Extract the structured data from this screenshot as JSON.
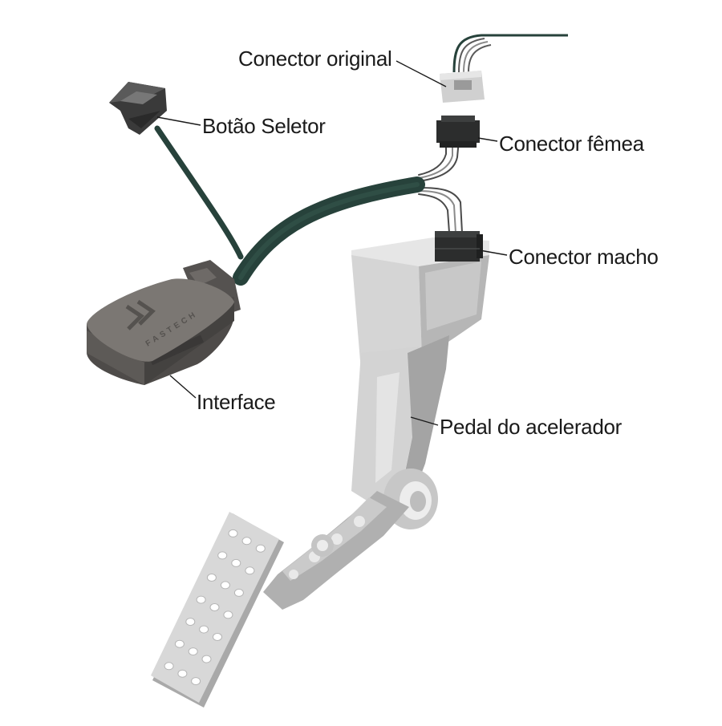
{
  "labels": {
    "conector_original": "Conector original",
    "botao_seletor": "Botão Seletor",
    "conector_femea": "Conector fêmea",
    "conector_macho": "Conector macho",
    "interface": "Interface",
    "pedal": "Pedal do acelerador"
  },
  "interface_brand": "FASTECH",
  "colors": {
    "cable": "#27423b",
    "device_body": "#5d5a57",
    "device_top": "#7b7773",
    "pedal_light": "#d6d6d6",
    "pedal_mid": "#b9b9b9",
    "pedal_dark": "#9b9b9b",
    "connector_dark": "#2c2d2d",
    "connector_original": "#d0d0d0",
    "text": "#1a1a1a"
  }
}
